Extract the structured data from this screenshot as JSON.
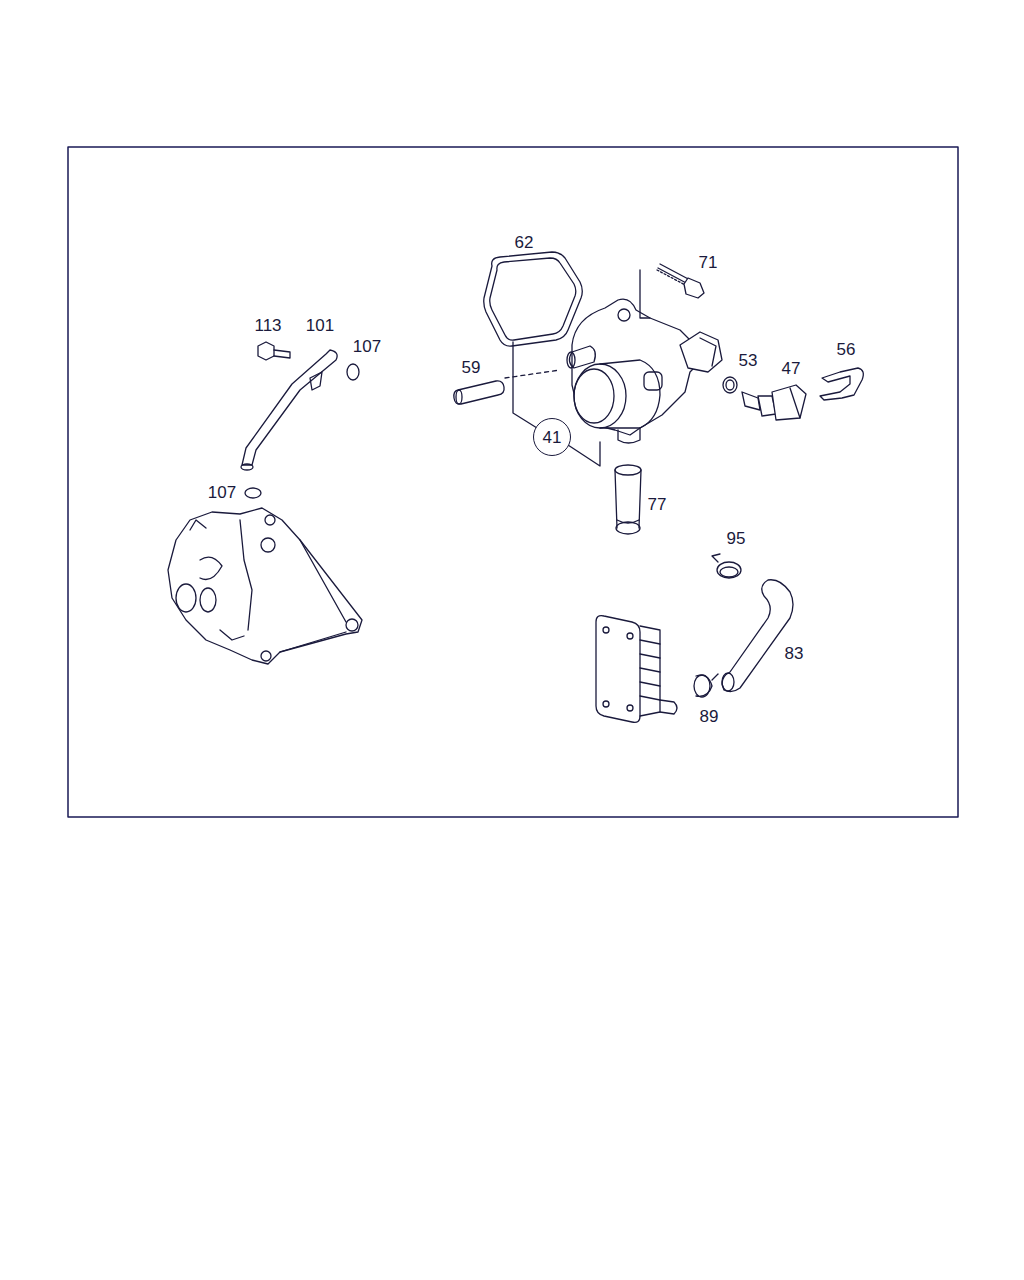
{
  "diagram": {
    "nodes": [
      {
        "text": [
          "41"
        ]
      }
    ],
    "labels": [
      "62",
      "71",
      "113",
      "101",
      "107",
      "59",
      "53",
      "47",
      "56",
      "107",
      "77",
      "95",
      "83",
      "89"
    ]
  }
}
